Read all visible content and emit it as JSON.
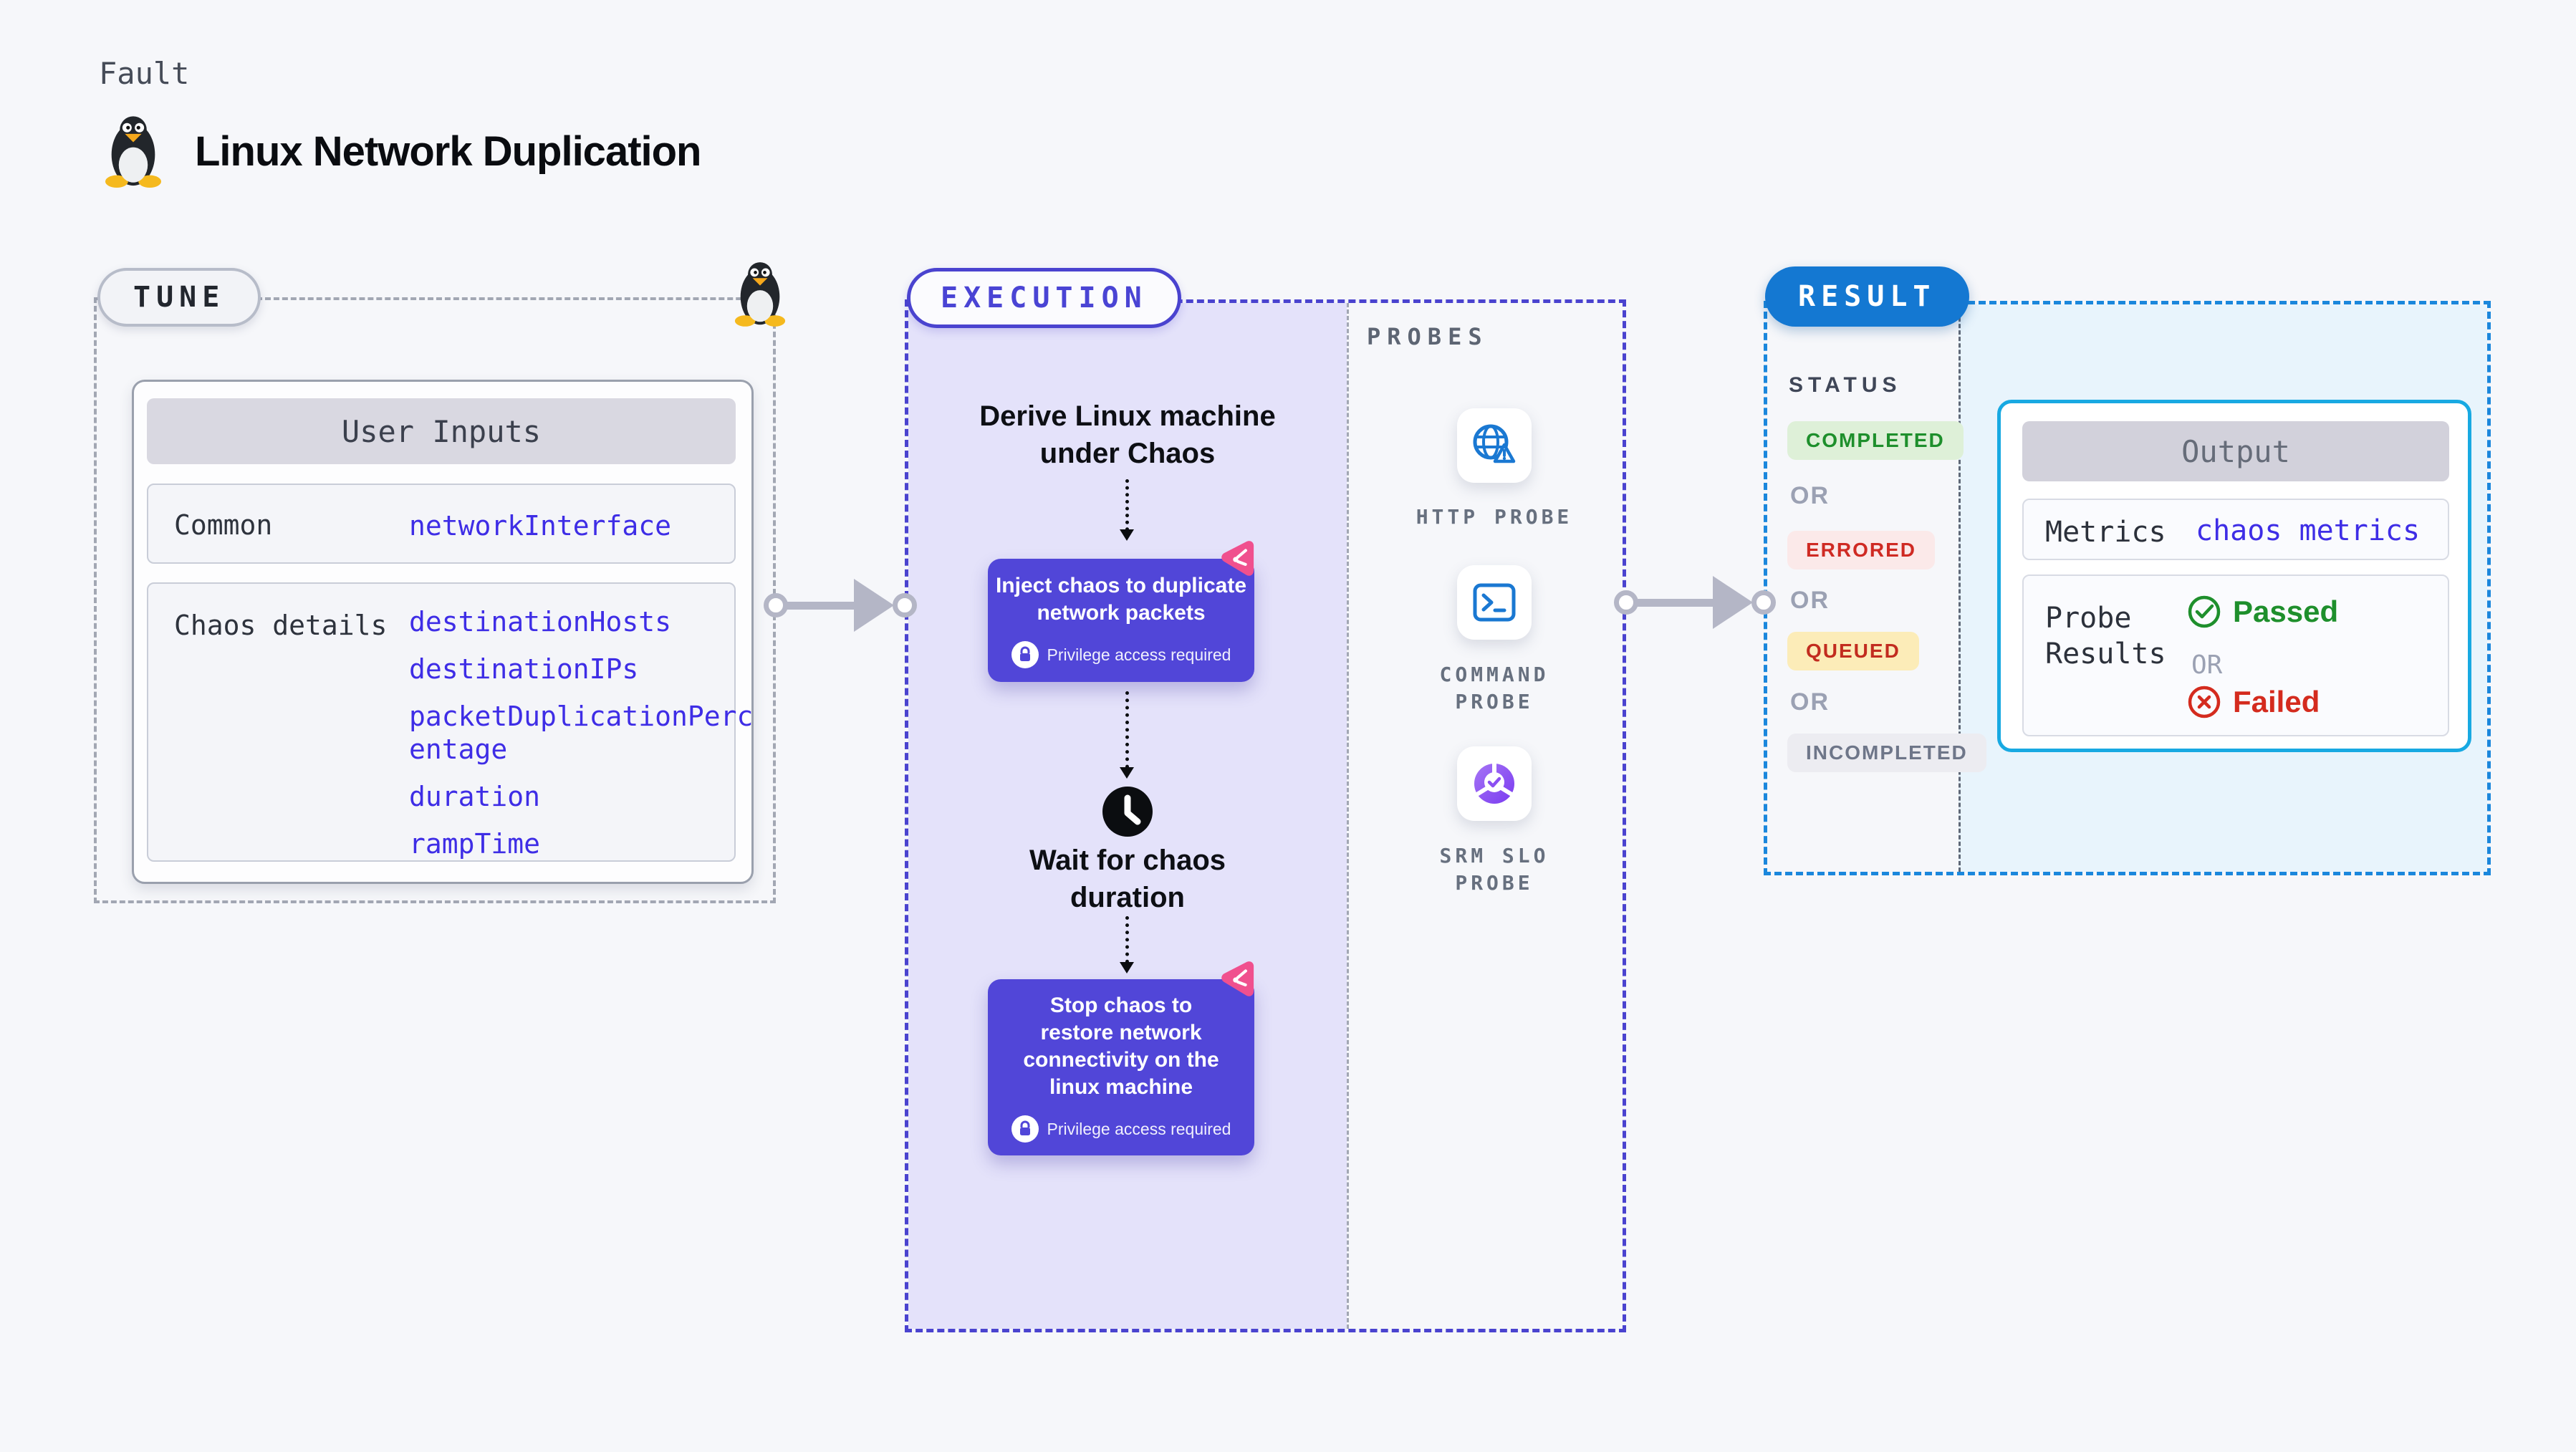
{
  "page": {
    "kicker": "Fault",
    "title": "Linux Network Duplication"
  },
  "tune": {
    "label": "TUNE",
    "card_header": "User Inputs",
    "rows": [
      {
        "label": "Common",
        "values": [
          "networkInterface"
        ]
      },
      {
        "label": "Chaos details",
        "values": [
          "destinationHosts",
          "destinationIPs",
          "packetDuplicationPercentage",
          "duration",
          "rampTime"
        ]
      }
    ]
  },
  "execution": {
    "label": "EXECUTION",
    "derive_lines": [
      "Derive Linux machine",
      "under Chaos"
    ],
    "inject_lines": [
      "Inject chaos to duplicate",
      "network packets"
    ],
    "wait_lines": [
      "Wait for chaos",
      "duration"
    ],
    "stop_lines": [
      "Stop chaos to",
      "restore network",
      "connectivity on the",
      "linux machine"
    ],
    "privilege": "Privilege access required"
  },
  "probes": {
    "label": "PROBES",
    "items": [
      {
        "name": "HTTP PROBE",
        "icon": "globe-alert-icon"
      },
      {
        "name": "COMMAND PROBE",
        "icon": "terminal-icon"
      },
      {
        "name": "SRM SLO PROBE",
        "icon": "slo-pie-check-icon"
      }
    ]
  },
  "result": {
    "label": "RESULT",
    "status_label": "STATUS",
    "or": "OR",
    "statuses": [
      {
        "text": "COMPLETED",
        "type": "completed",
        "color": "#1e8f2c",
        "bg": "#def0d8"
      },
      {
        "text": "ERRORED",
        "type": "errored",
        "color": "#cf2a23",
        "bg": "#fbe9e9"
      },
      {
        "text": "QUEUED",
        "type": "queued",
        "color": "#c22c1f",
        "bg": "#fcecb8"
      },
      {
        "text": "INCOMPLETED",
        "type": "incompleted",
        "color": "#6e7689",
        "bg": "#ececf1"
      }
    ],
    "output": {
      "header": "Output",
      "metrics_label": "Metrics",
      "metrics_value": "chaos metrics",
      "probe_results_label": "Probe Results",
      "passed": "Passed",
      "or": "OR",
      "failed": "Failed"
    }
  },
  "colors": {
    "accent_indigo": "#4a43cf",
    "node_fill": "#5146d8",
    "chaos_pink": "#f0508e",
    "result_blue": "#1478d2",
    "result_dash_blue": "#1b87dc",
    "output_border": "#18a9e2",
    "probe_icon_blue": "#1a78d2",
    "srm_purple": "#8b4ff2",
    "code_blue": "#3e2de6",
    "arrow_gray": "#b4b6c6",
    "panel_purple": "#e4e2fa",
    "result_panel_blue": "#e8f4fc"
  }
}
